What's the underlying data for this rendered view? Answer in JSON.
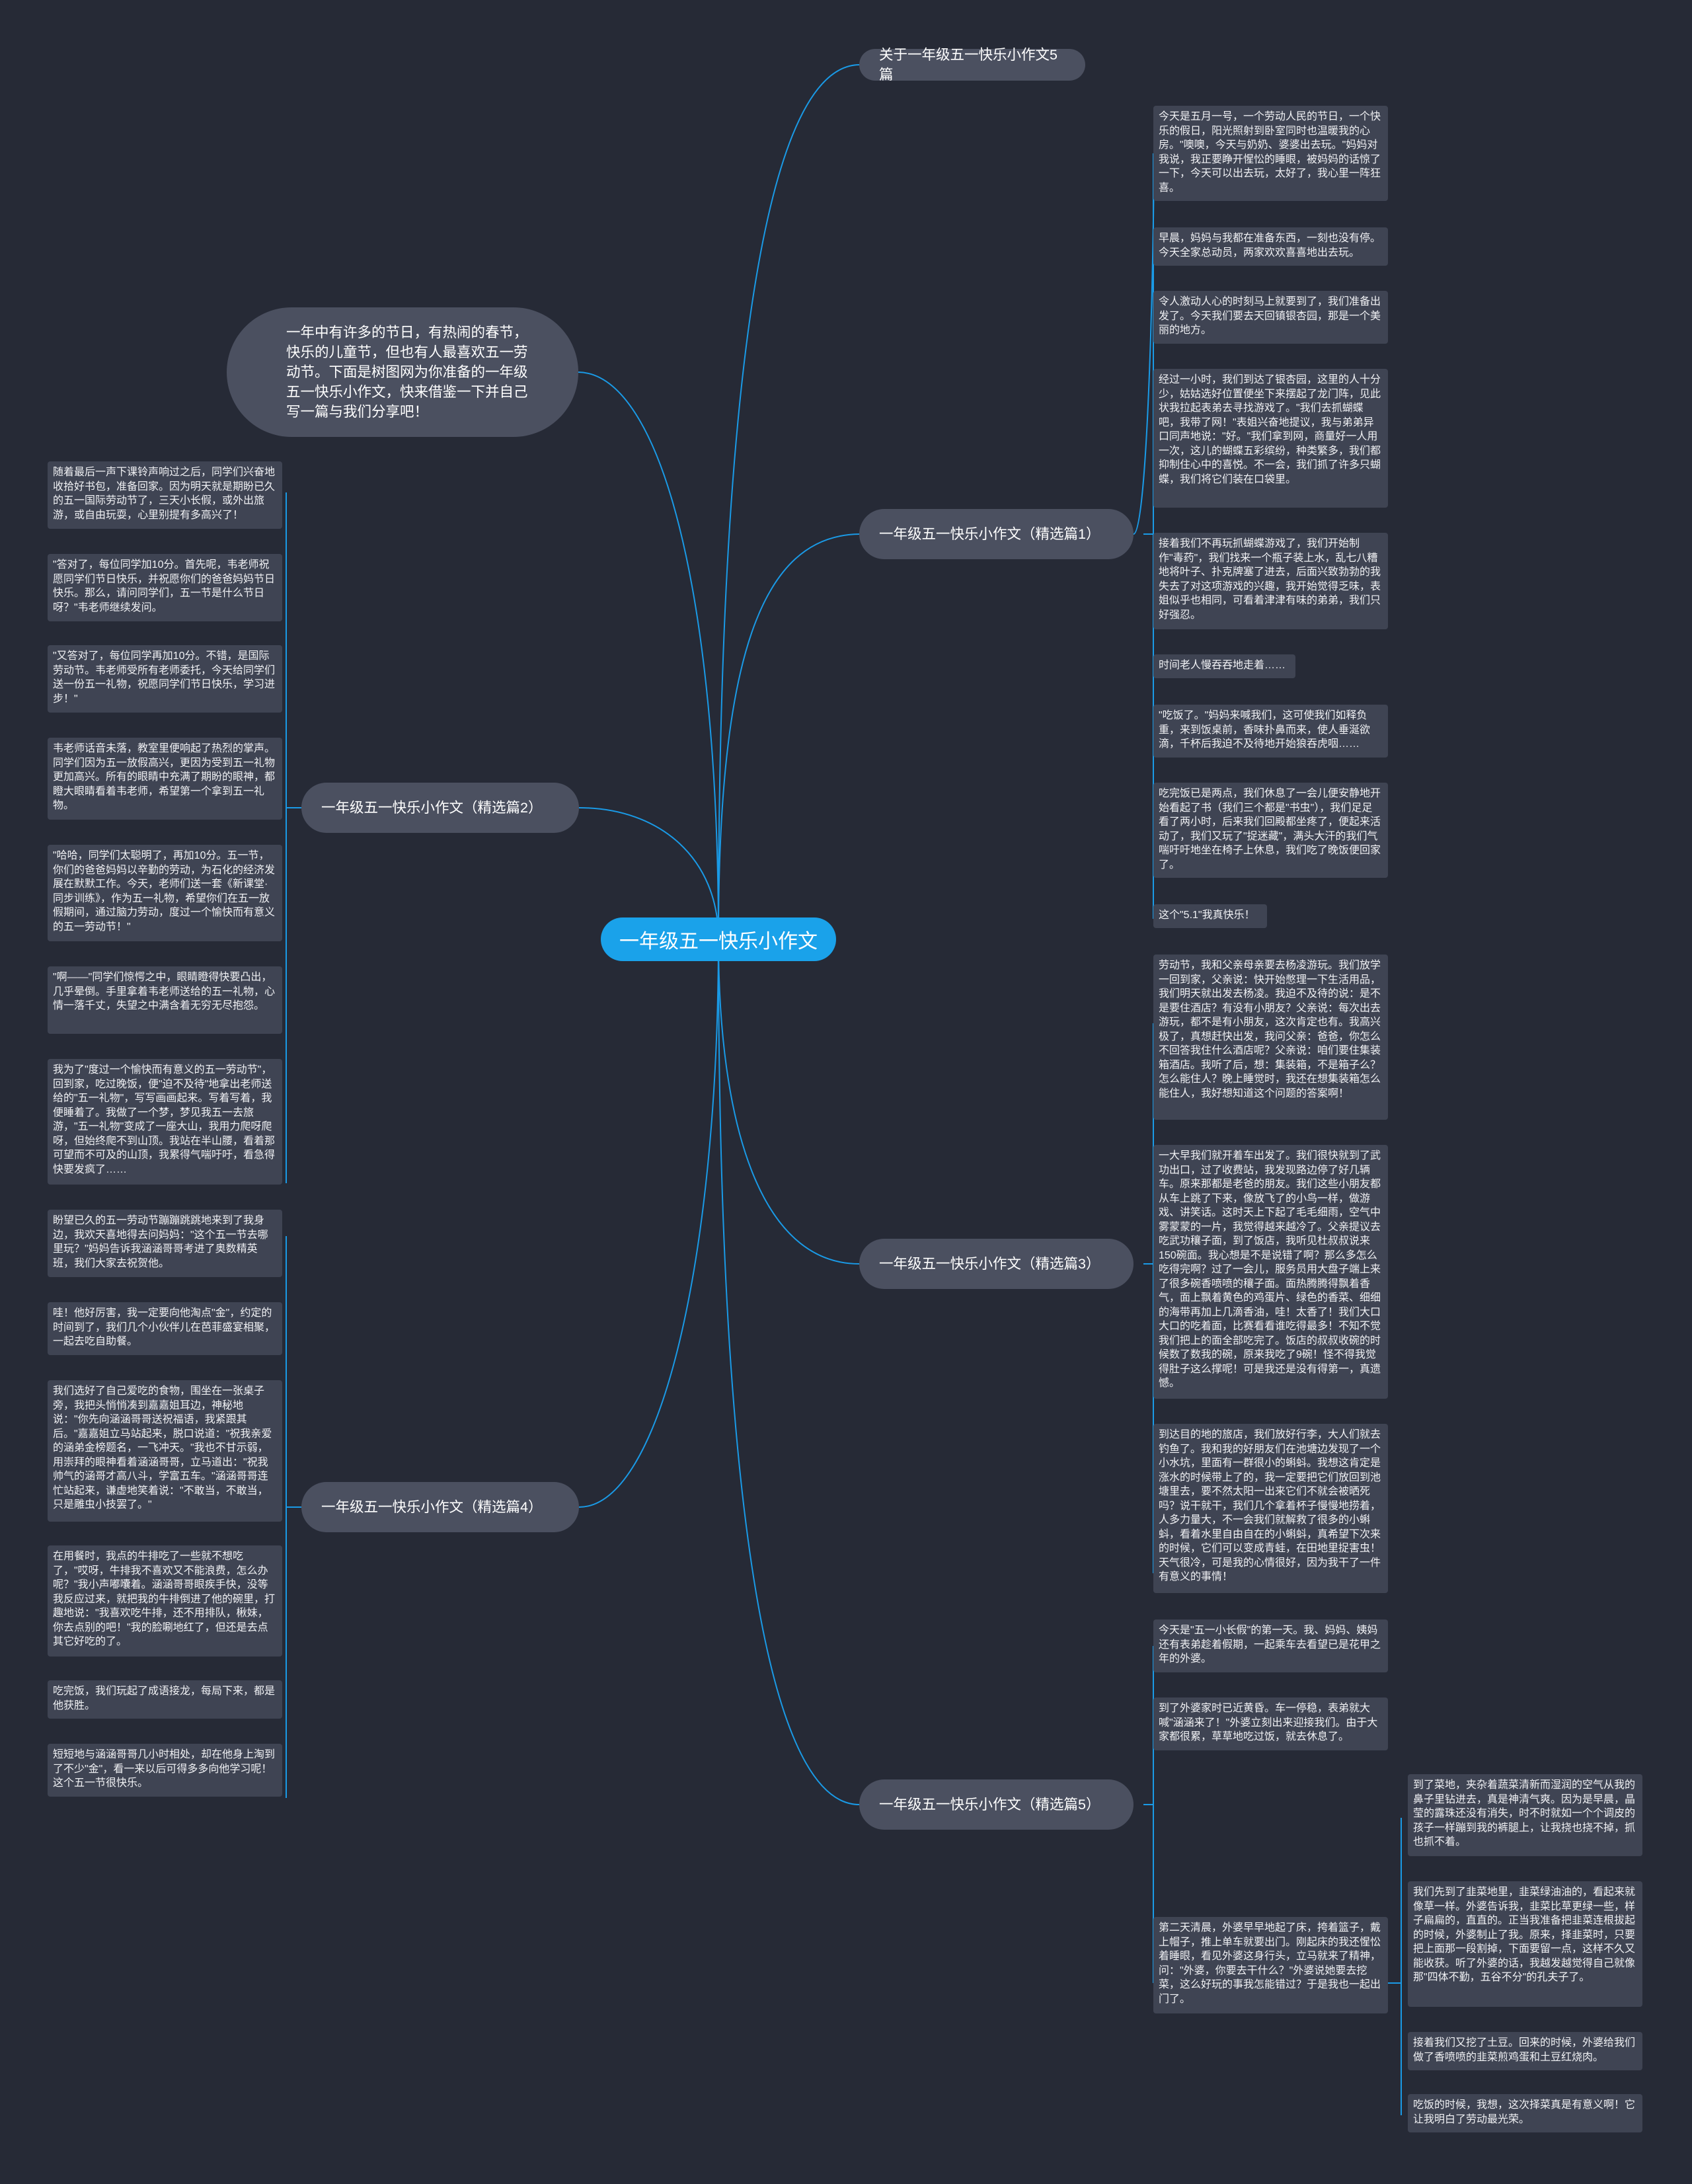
{
  "center": "一年级五一快乐小作文",
  "intro": "一年中有许多的节日，有热闹的春节，快乐的儿童节，但也有人最喜欢五一劳动节。下面是树图网为你准备的一年级五一快乐小作文，快来借鉴一下并自己写一篇与我们分享吧！",
  "branches": [
    {
      "label": "关于一年级五一快乐小作文5篇"
    },
    {
      "label": "一年级五一快乐小作文（精选篇1）"
    },
    {
      "label": "一年级五一快乐小作文（精选篇2）"
    },
    {
      "label": "一年级五一快乐小作文（精选篇3）"
    },
    {
      "label": "一年级五一快乐小作文（精选篇4）"
    },
    {
      "label": "一年级五一快乐小作文（精选篇5）"
    }
  ],
  "p1": [
    "今天是五月一号，一个劳动人民的节日，一个快乐的假日，阳光照射到卧室同时也温暖我的心房。\"噢噢，今天与奶奶、婆婆出去玩。\"妈妈对我说，我正要睁开惺忪的睡眼，被妈妈的话惊了一下，今天可以出去玩，太好了，我心里一阵狂喜。",
    "早晨，妈妈与我都在准备东西，一刻也没有停。今天全家总动员，两家欢欢喜喜地出去玩。",
    "令人激动人心的时刻马上就要到了，我们准备出发了。今天我们要去天回镇银杏园，那是一个美丽的地方。",
    "经过一小时，我们到达了银杏园，这里的人十分少，姑姑选好位置便坐下来摆起了龙门阵，见此状我拉起表弟去寻找游戏了。\"我们去抓蝴蝶吧，我带了网！\"表姐兴奋地提议，我与弟弟异口同声地说：\"好。\"我们拿到网，商量好一人用一次，这儿的蝴蝶五彩缤纷，种类繁多，我们都抑制住心中的喜悦。不一会，我们抓了许多只蝴蝶，我们将它们装在口袋里。",
    "接着我们不再玩抓蝴蝶游戏了，我们开始制作\"毒药\"，我们找来一个瓶子装上水，乱七八糟地将叶子、扑克牌塞了进去，后面兴致勃勃的我失去了对这项游戏的兴趣，我开始觉得乏味，表姐似乎也相同，可看着津津有味的弟弟，我们只好强忍。",
    "时间老人慢吞吞地走着……",
    "\"吃饭了。\"妈妈来喊我们，这可使我们如释负重，来到饭桌前，香味扑鼻而来，使人垂涎欲滴，千杯后我迫不及待地开始狼吞虎咽……",
    "吃完饭已是两点，我们休息了一会儿便安静地开始看起了书（我们三个都是\"书虫\"），我们足足看了两小时，后来我们回殿都坐疼了，便起来活动了，我们又玩了\"捉迷藏\"，满头大汗的我们气喘吁吁地坐在椅子上休息，我们吃了晚饭便回家了。",
    "这个\"5.1\"我真快乐！"
  ],
  "p2": [
    "随着最后一声下课铃声响过之后，同学们兴奋地收拾好书包，准备回家。因为明天就是期盼已久的五一国际劳动节了，三天小长假，或外出旅游，或自由玩耍，心里别提有多高兴了！",
    "\"答对了，每位同学加10分。首先呢，韦老师祝愿同学们节日快乐，并祝愿你们的爸爸妈妈节日快乐。那么，请问同学们，五一节是什么节日呀？\"韦老师继续发问。",
    "\"又答对了，每位同学再加10分。不错，是国际劳动节。韦老师受所有老师委托，今天给同学们送一份五一礼物，祝愿同学们节日快乐，学习进步！\"",
    "韦老师话音未落，教室里便响起了热烈的掌声。同学们因为五一放假高兴，更因为受到五一礼物更加高兴。所有的眼睛中充满了期盼的眼神，都瞪大眼睛看着韦老师，希望第一个拿到五一礼物。",
    "\"哈哈，同学们太聪明了，再加10分。五一节，你们的爸爸妈妈以辛勤的劳动，为石化的经济发展在默默工作。今天，老师们送一套《新课堂·同步训练》，作为五一礼物，希望你们在五一放假期间，通过脑力劳动，度过一个愉快而有意义的五一劳动节！\"",
    "\"啊——\"同学们惊愕之中，眼睛瞪得快要凸出，几乎晕倒。手里拿着韦老师送给的五一礼物，心情一落千丈，失望之中满含着无穷无尽抱怨。",
    "我为了\"度过一个愉快而有意义的五一劳动节\"，回到家，吃过晚饭，便\"迫不及待\"地拿出老师送给的\"五一礼物\"，写写画画起来。写着写着，我便睡着了。我做了一个梦，梦见我五一去旅游，\"五一礼物\"变成了一座大山，我用力爬呀爬呀，但始终爬不到山顶。我站在半山腰，看着那可望而不可及的山顶，我累得气喘吁吁，看急得快要发疯了……"
  ],
  "p3": [
    "劳动节，我和父亲母亲要去杨凌游玩。我们放学一回到家，父亲说：快开始憋理一下生活用品，我们明天就出发去杨凌。我迫不及待的说：是不是要住酒店？有没有小朋友？父亲说：每次出去游玩，都不是有小朋友，这次肯定也有。我高兴极了，真想赶快出发，我问父亲：爸爸，你怎么不回答我住什么酒店呢？父亲说：咱们要住集装箱酒店。我听了后，想：集装箱，不是箱子么？怎么能住人？晚上睡觉时，我还在想集装箱怎么能住人，我好想知道这个问题的答案啊！",
    "一大早我们就开着车出发了。我们很快就到了武功出口，过了收费站，我发现路边停了好几辆车。原来那都是老爸的朋友。我们这些小朋友都从车上跳了下来，像放飞了的小鸟一样，做游戏、讲笑话。这时天上下起了毛毛细雨，空气中雾蒙蒙的一片，我觉得越来越冷了。父亲提议去吃武功穰子面，到了饭店，我听见杜叔叔说来150碗面。我心想是不是说错了啊？那么多怎么吃得完啊？过了一会儿，服务员用大盘子端上来了很多碗香喷喷的穰子面。面热腾腾得飘着香气，面上飘着黄色的鸡蛋片、绿色的香菜、细细的海带再加上几滴香油，哇！太香了！我们大口大口的吃着面，比赛看看谁吃得最多！不知不觉我们把上的面全部吃完了。饭店的叔叔收碗的时候数了数我的碗，原来我吃了9碗！怪不得我觉得肚子这么撑呢！可是我还是没有得第一，真遗憾。",
    "到达目的地的旅店，我们放好行李，大人们就去钓鱼了。我和我的好朋友们在池塘边发现了一个小水坑，里面有一群很小的蝌蚪。我想这肯定是涨水的时候带上了的，我一定要把它们放回到池塘里去，要不然太阳一出来它们不就会被晒死吗？说干就干，我们几个拿着杯子慢慢地捞着，人多力量大，不一会我们就解救了很多的小蝌蚪，看着水里自由自在的小蝌蚪，真希望下次来的时候，它们可以变成青蛙，在田地里捉害虫！天气很冷，可是我的心情很好，因为我干了一件有意义的事情！"
  ],
  "p4": [
    "盼望已久的五一劳动节蹦蹦跳跳地来到了我身边，我欢天喜地得去问妈妈：\"这个五一节去哪里玩？\"妈妈告诉我涵涵哥哥考进了奥数精英班，我们大家去祝贺他。",
    "哇！他好厉害，我一定要向他淘点\"金\"，约定的时间到了，我们几个小伙伴儿在芭菲盛宴相聚，一起去吃自助餐。",
    "我们选好了自己爱吃的食物，围坐在一张桌子旁，我把头悄悄凑到嘉嘉姐耳边，神秘地说：\"你先向涵涵哥哥送祝福语，我紧跟其后。\"嘉嘉姐立马站起来，脱口说道：\"祝我亲爱的涵弟金榜题名，一飞冲天。\"我也不甘示弱，用崇拜的眼神看着涵涵哥哥，立马道出：\"祝我帅气的涵哥才高八斗，学富五车。\"涵涵哥哥连忙站起来，谦虚地笑着说：\"不敢当，不敢当，只是雕虫小技罢了。\"",
    "在用餐时，我点的牛排吃了一些就不想吃了，\"哎呀，牛排我不喜欢又不能浪费，怎么办呢？\"我小声嘟囔着。涵涵哥哥眼疾手快，没等我反应过来，就把我的牛排倒进了他的碗里，打趣地说：\"我喜欢吃牛排，还不用排队，楸妹，你去点别的吧！\"我的脸唰地红了，但还是去点其它好吃的了。",
    "吃完饭，我们玩起了成语接龙，每局下来，都是他获胜。",
    "短短地与涵涵哥哥几小时相处，却在他身上淘到了不少\"金\"，看一来以后可得多多向他学习呢！这个五一节很快乐。"
  ],
  "p5": [
    "今天是\"五一小长假\"的第一天。我、妈妈、姨妈还有表弟趁着假期，一起乘车去看望已是花甲之年的外婆。",
    "到了外婆家时已近黄昏。车一停稳，表弟就大喊\"涵涵来了！\"外婆立刻出来迎接我们。由于大家都很累，草草地吃过饭，就去休息了。",
    "第二天清晨，外婆早早地起了床，挎着篮子，戴上帽子，推上单车就要出门。刚起床的我还惺忪着睡眼，看见外婆这身行头，立马就来了精神，问：\"外婆，你要去干什么？\"外婆说她要去挖菜，这么好玩的事我怎能错过？于是我也一起出门了。"
  ],
  "p5sub": [
    "到了菜地，夹杂着蔬菜清新而湿润的空气从我的鼻子里钻进去，真是神清气爽。因为是早晨，晶莹的露珠还没有消失，时不时就如一个个调皮的孩子一样蹦到我的裤腿上，让我挠也挠不掉，抓也抓不着。",
    "我们先到了韭菜地里，韭菜绿油油的，看起来就像草一样。外婆告诉我，韭菜比草更绿一些，样子扁扁的，直直的。正当我准备把韭菜连根拔起的时候，外婆制止了我。原来，择韭菜时，只要把上面那一段割掉，下面要留一点，这样不久又能收获。听了外婆的话，我越发越觉得自己就像那\"四体不勤，五谷不分\"的孔夫子了。",
    "接着我们又挖了土豆。回来的时候，外婆给我们做了香喷喷的韭菜煎鸡蛋和土豆红烧肉。",
    "吃饭的时候，我想，这次择菜真是有意义啊！它让我明白了劳动最光荣。"
  ],
  "colors": {
    "background": "#262a36",
    "link": "#1a9ae6",
    "center": "#1aa2ea",
    "node": "#4b5060",
    "leaf": "#3f4453"
  }
}
